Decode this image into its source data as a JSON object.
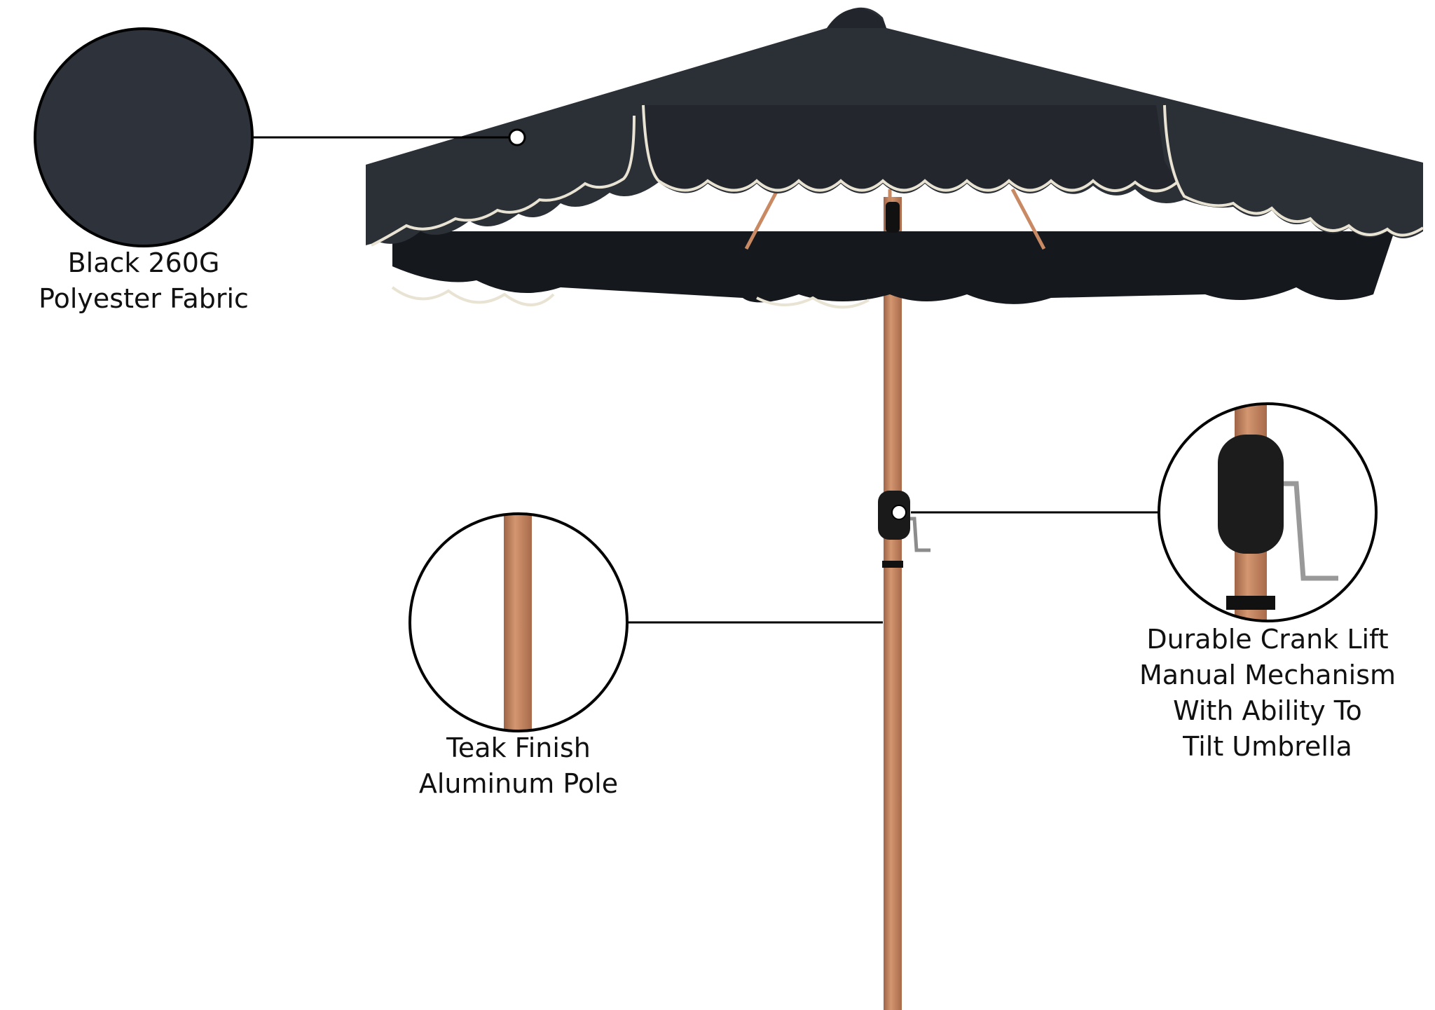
{
  "colors": {
    "fabric": "#2b2f36",
    "fabric_shadow": "#15181d",
    "trim": "#e8e3d3",
    "pole": "#c98a63",
    "pole_dark": "#9e6446",
    "line": "#000000"
  },
  "callouts": [
    {
      "id": "fabric",
      "lines": [
        "Black 260G",
        "Polyester Fabric"
      ]
    },
    {
      "id": "pole",
      "lines": [
        "Teak Finish",
        "Aluminum Pole"
      ]
    },
    {
      "id": "crank",
      "lines": [
        "Durable Crank Lift",
        "Manual Mechanism",
        "With Ability To",
        "Tilt Umbrella"
      ]
    }
  ]
}
